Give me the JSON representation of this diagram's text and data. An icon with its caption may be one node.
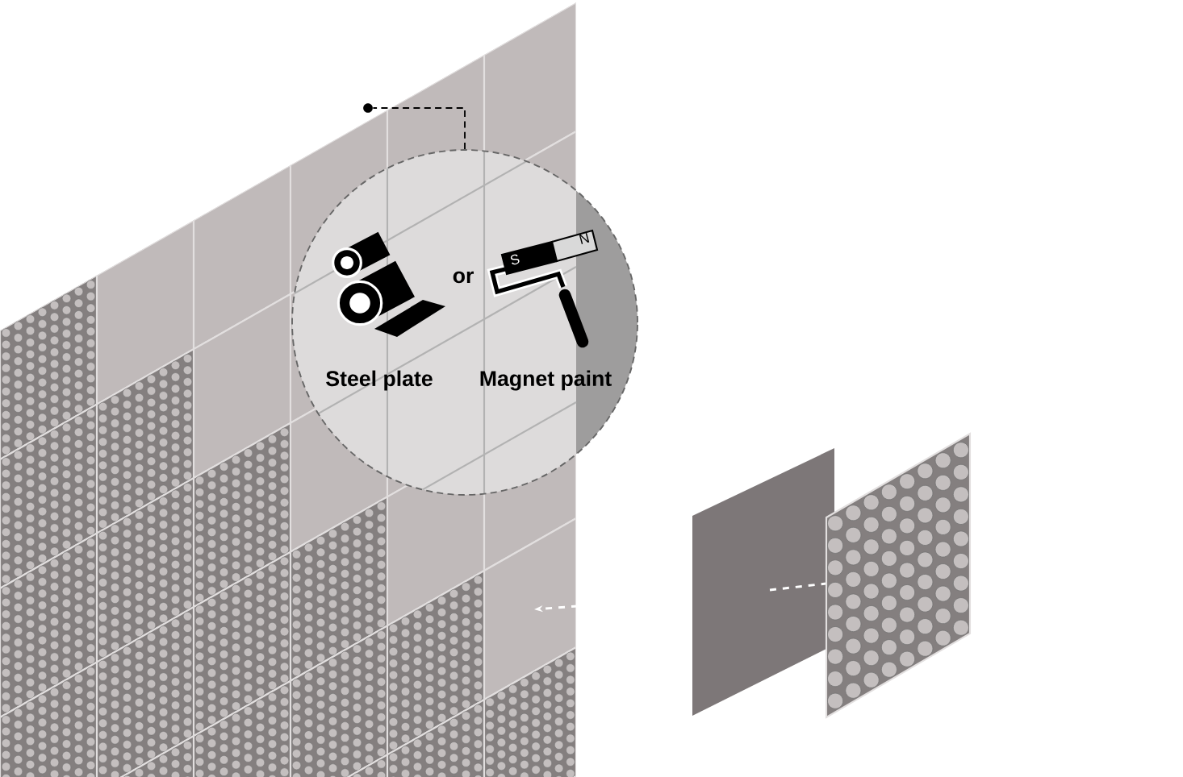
{
  "diagram": {
    "nodes": [
      {
        "text": [
          "Steel plate",
          "or",
          "Magnet paint"
        ]
      },
      {
        "text": [],
        "shape": "circle"
      }
    ],
    "edges": [
      {
        "from": 0,
        "to": 1,
        "arrow": "none",
        "style": "dashed"
      }
    ],
    "labels": [
      "S",
      "N"
    ]
  }
}
